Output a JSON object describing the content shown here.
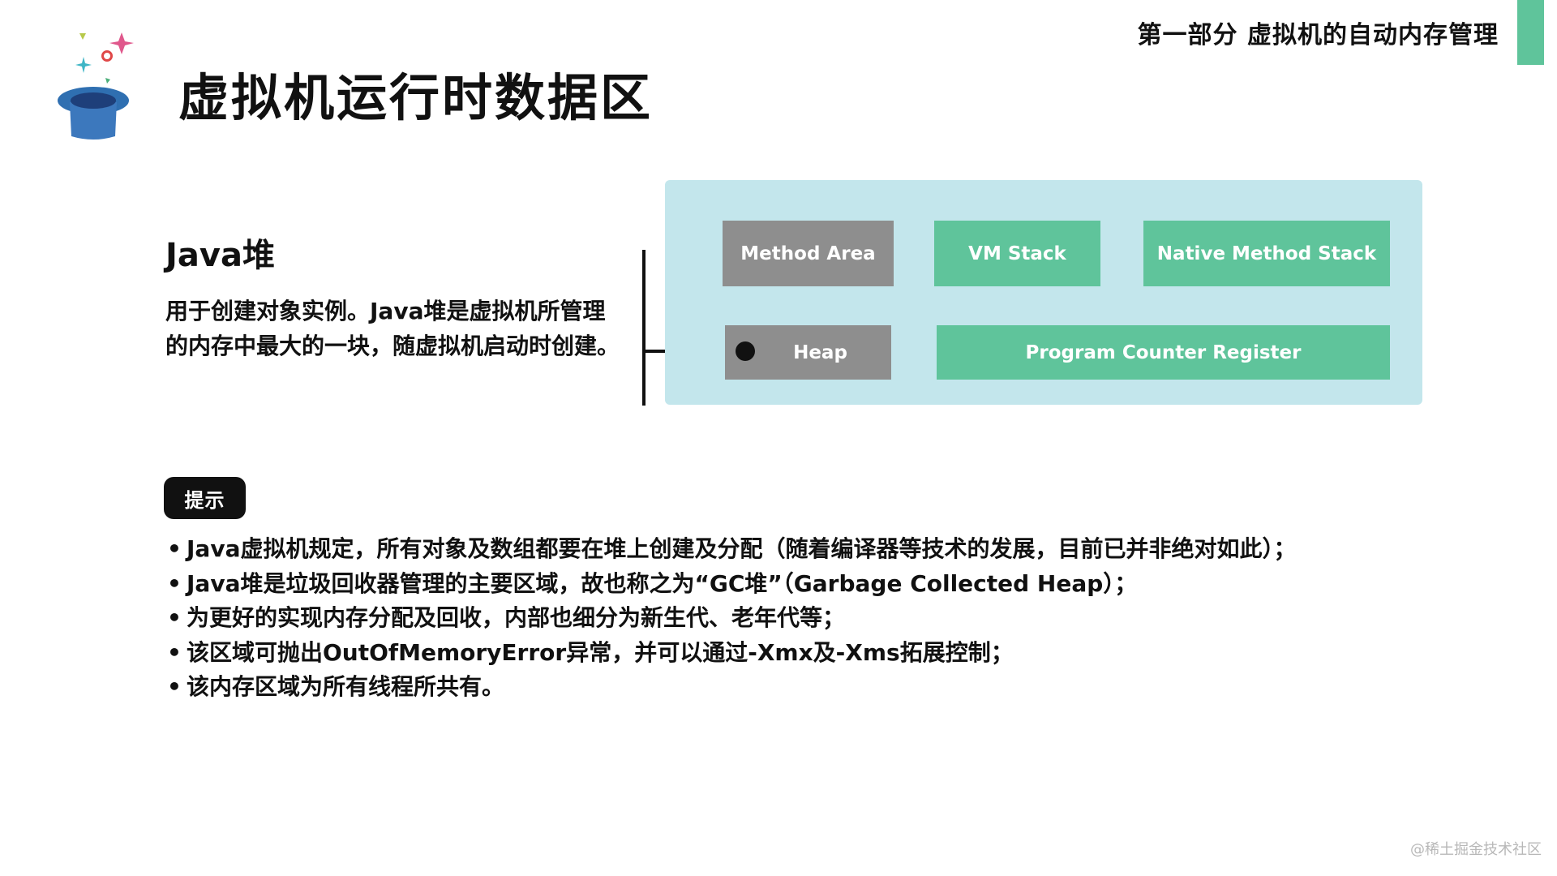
{
  "header": {
    "section_label": "第一部分 虚拟机的自动内存管理",
    "accent_color": "#5fc49b",
    "logo_icon": "magic-hat-icon"
  },
  "title": "虚拟机运行时数据区",
  "description": {
    "title": "Java堆",
    "text": "用于创建对象实例。Java堆是虚拟机所管理的内存中最大的一块，随虚拟机启动时创建。"
  },
  "diagram": {
    "background_color": "#c3e6ec",
    "blocks": [
      {
        "label": "Method Area",
        "color": "#8e8e8e"
      },
      {
        "label": "VM Stack",
        "color": "#5fc49b"
      },
      {
        "label": "Native Method Stack",
        "color": "#5fc49b"
      },
      {
        "label": "Heap",
        "color": "#8e8e8e"
      },
      {
        "label": "Program Counter Register",
        "color": "#5fc49b"
      }
    ],
    "highlighted": "Heap"
  },
  "hint": {
    "badge": "提示",
    "bullet": "•",
    "items": [
      "Java虚拟机规定，所有对象及数组都要在堆上创建及分配（随着编译器等技术的发展，目前已并非绝对如此）；",
      "Java堆是垃圾回收器管理的主要区域，故也称之为“GC堆”（Garbage Collected Heap）；",
      "为更好的实现内存分配及回收，内部也细分为新生代、老年代等；",
      "该区域可抛出OutOfMemoryError异常，并可以通过-Xmx及-Xms拓展控制；",
      "该内存区域为所有线程所共有。"
    ]
  },
  "watermark": "@稀土掘金技术社区"
}
